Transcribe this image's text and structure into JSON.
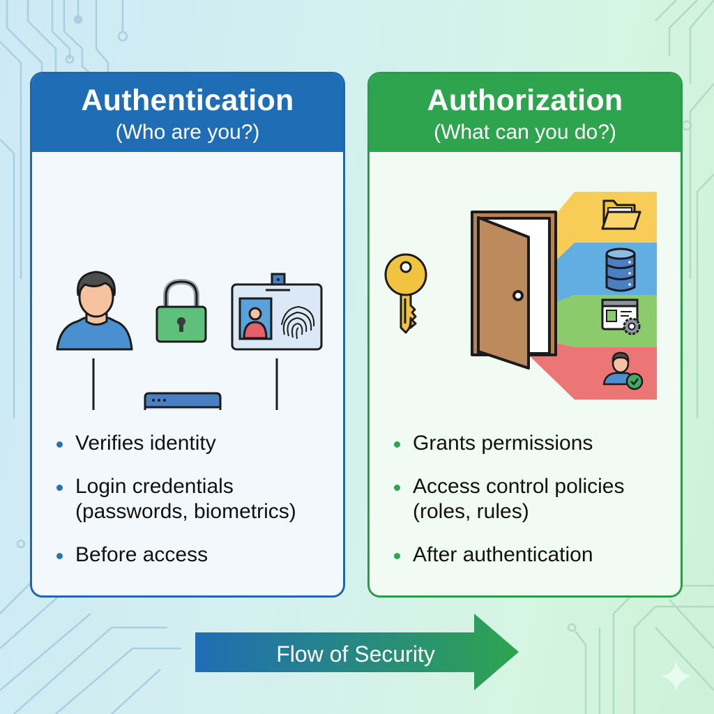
{
  "authentication": {
    "title": "Authentication",
    "subtitle": "(Who are you?)",
    "accent_color": "#1f6db5",
    "icons": [
      "user-icon",
      "padlock-icon",
      "id-card-fingerprint-icon",
      "verified-window-icon"
    ],
    "bullets": [
      {
        "text": "Verifies identity"
      },
      {
        "text": "Login credentials",
        "sub": "(passwords, biometrics)"
      },
      {
        "text": "Before access"
      }
    ]
  },
  "authorization": {
    "title": "Authorization",
    "subtitle": "(What can you do?)",
    "accent_color": "#2ea44f",
    "icons": [
      "key-icon",
      "open-door-icon",
      "folder-icon",
      "database-icon",
      "app-settings-icon",
      "verified-user-icon"
    ],
    "resource_colors": [
      "#f7cd58",
      "#62aee3",
      "#8ccb6b",
      "#ec7575"
    ],
    "bullets": [
      {
        "text": "Grants permissions"
      },
      {
        "text": "Access control policies",
        "sub": "(roles, rules)"
      },
      {
        "text": "After authentication"
      }
    ]
  },
  "flow": {
    "label": "Flow of Security",
    "gradient_start": "#1f6db5",
    "gradient_end": "#2ea44f"
  }
}
